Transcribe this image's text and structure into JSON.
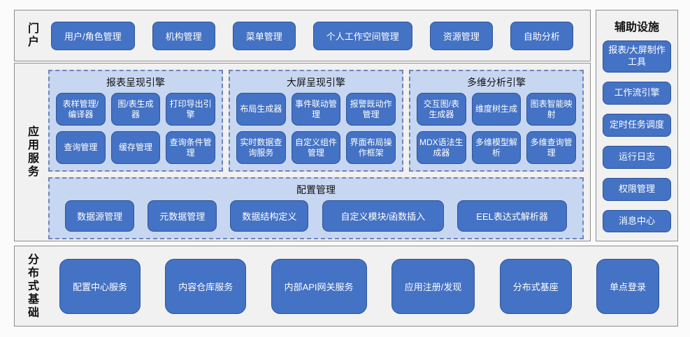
{
  "palette": {
    "node_fill": "#4472c4",
    "node_border": "#2e5597",
    "node_text": "#ffffff",
    "group_fill": "#c8d7f1",
    "group_dash_border": "#7083b6",
    "panel_fill": "#f1f1f1",
    "panel_border": "#8c8c8c",
    "page_background": "#fbfbfb",
    "label_text": "#111111"
  },
  "portal": {
    "label": "门户",
    "buttons": [
      "用户/角色管理",
      "机构管理",
      "菜单管理",
      "个人工作空间管理",
      "资源管理",
      "自助分析"
    ]
  },
  "app_services": {
    "label": "应用服务",
    "engines": [
      {
        "title": "报表呈现引擎",
        "items": [
          "表样管理/编译器",
          "图/表生成器",
          "打印导出引擎",
          "查询管理",
          "缓存管理",
          "查询条件管理"
        ]
      },
      {
        "title": "大屏呈现引擎",
        "items": [
          "布局生成器",
          "事件联动管理",
          "报警既动作管理",
          "实时数据查询服务",
          "自定义组件管理",
          "界面布局操作框架"
        ]
      },
      {
        "title": "多维分析引擎",
        "items": [
          "交互图/表生成器",
          "维度树生成",
          "图表智能映射",
          "MDX语法生成器",
          "多维模型解析",
          "多维查询管理"
        ]
      }
    ],
    "config": {
      "title": "配置管理",
      "items": [
        "数据源管理",
        "元数据管理",
        "数据结构定义",
        "自定义模块/函数插入",
        "EEL表达式解析器"
      ]
    }
  },
  "auxiliary": {
    "title": "辅助设施",
    "items": [
      "报表/大屏制作工具",
      "工作流引擎",
      "定时任务调度",
      "运行日志",
      "权限管理",
      "消息中心"
    ]
  },
  "distributed": {
    "label": "分布式基础",
    "items": [
      "配置中心服务",
      "内容仓库服务",
      "内部API网关服务",
      "应用注册/发现",
      "分布式基座",
      "单点登录"
    ]
  }
}
